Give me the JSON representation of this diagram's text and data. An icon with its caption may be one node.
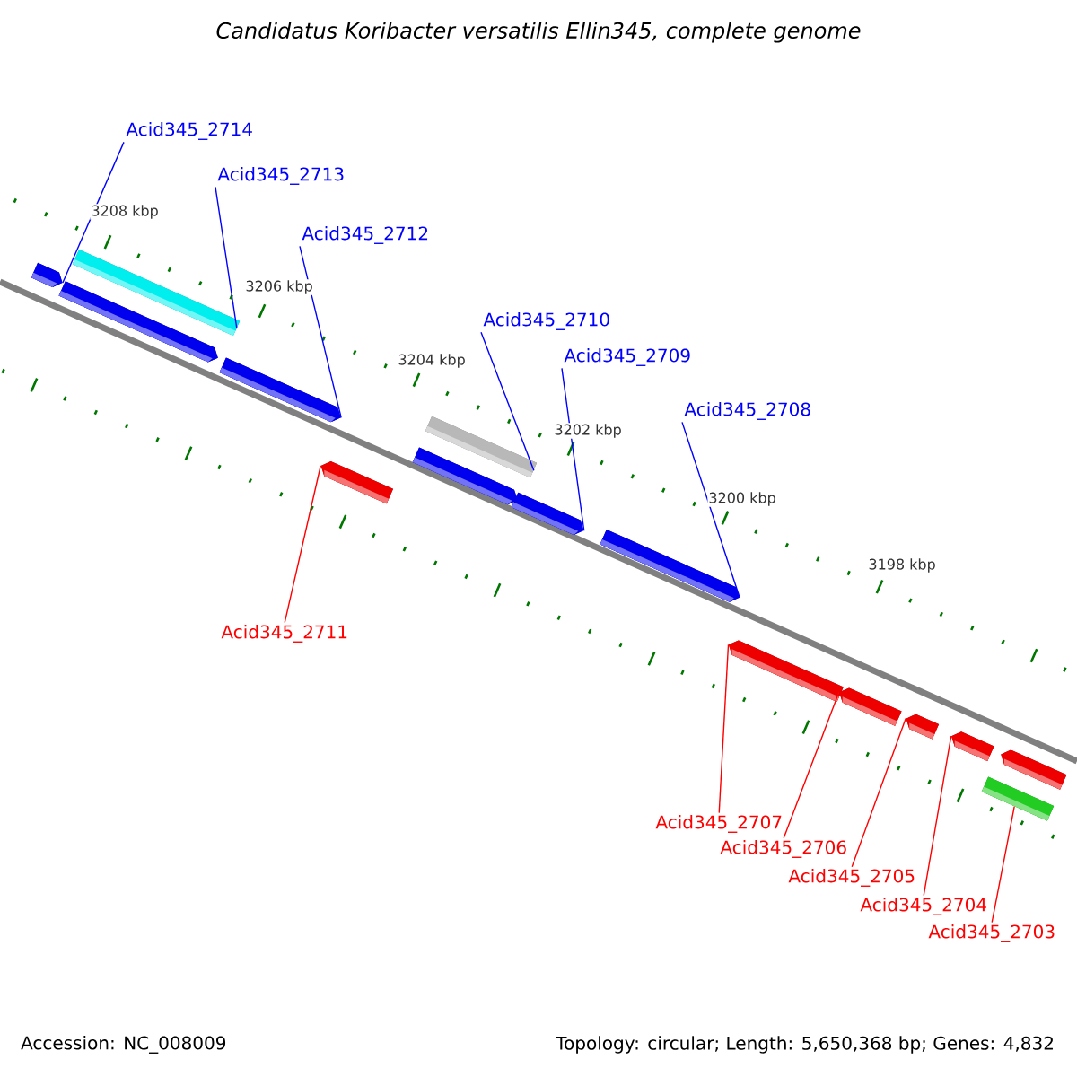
{
  "diagram": {
    "title": "Candidatus Koribacter versatilis Ellin345, complete genome",
    "nodes": [
      {
        "text": [
          "Acid345_2714"
        ]
      },
      {
        "text": [
          "Acid345_2713"
        ]
      },
      {
        "text": [
          "Acid345_2712"
        ]
      },
      {
        "text": [
          "Acid345_2710"
        ]
      },
      {
        "text": [
          "Acid345_2709"
        ]
      },
      {
        "text": [
          "Acid345_2708"
        ]
      },
      {
        "text": [
          "Acid345_2711"
        ]
      },
      {
        "text": [
          "Acid345_2707"
        ]
      },
      {
        "text": [
          "Acid345_2706"
        ]
      },
      {
        "text": [
          "Acid345_2705"
        ]
      },
      {
        "text": [
          "Acid345_2704"
        ]
      },
      {
        "text": [
          "Acid345_2703"
        ]
      },
      {
        "text": [],
        "shape": "pentagon"
      },
      {
        "text": [],
        "shape": "pentagon"
      },
      {
        "text": [],
        "shape": "bar"
      },
      {
        "text": [],
        "shape": "pentagon"
      },
      {
        "text": [],
        "shape": "pentagon"
      },
      {
        "text": [],
        "shape": "pentagon"
      },
      {
        "text": [],
        "shape": "bar"
      },
      {
        "text": [],
        "shape": "pentagon"
      },
      {
        "text": [],
        "shape": "pentagon"
      },
      {
        "text": [],
        "shape": "pentagon"
      },
      {
        "text": [],
        "shape": "pentagon"
      },
      {
        "text": [],
        "shape": "pentagon"
      },
      {
        "text": [],
        "shape": "pentagon"
      },
      {
        "text": [],
        "shape": "bar"
      },
      {
        "text": [],
        "shape": "pentagon"
      }
    ],
    "edges": [
      {
        "from": 0,
        "to": 12,
        "arrow": "none"
      },
      {
        "from": 1,
        "to": 14,
        "arrow": "none"
      },
      {
        "from": 2,
        "to": 15,
        "arrow": "none"
      },
      {
        "from": 3,
        "to": 18,
        "arrow": "none"
      },
      {
        "from": 4,
        "to": 19,
        "arrow": "none"
      },
      {
        "from": 5,
        "to": 20,
        "arrow": "none"
      },
      {
        "from": 6,
        "to": 16,
        "arrow": "none",
        "color": "#ff0000"
      },
      {
        "from": 7,
        "to": 21,
        "arrow": "none",
        "color": "#ff0000"
      },
      {
        "from": 8,
        "to": 22,
        "arrow": "none",
        "color": "#ff0000"
      },
      {
        "from": 9,
        "to": 23,
        "arrow": "none",
        "color": "#ff0000"
      },
      {
        "from": 10,
        "to": 24,
        "arrow": "none",
        "color": "#ff0000"
      },
      {
        "from": 11,
        "to": 25,
        "arrow": "none",
        "color": "#ff0000"
      }
    ],
    "labels": [
      "3208 kbp",
      "3206 kbp",
      "3204 kbp",
      "3202 kbp",
      "3200 kbp",
      "3198 kbp",
      "Accession: NC_008009",
      "Topology: circular; Length: 5,650,368 bp; Genes: 4,832"
    ]
  }
}
